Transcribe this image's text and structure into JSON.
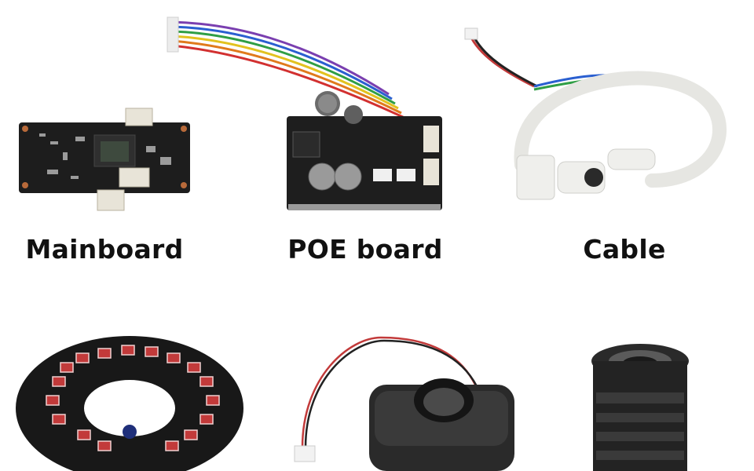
{
  "labels": {
    "mainboard": "Mainboard",
    "poe_board": "POE board",
    "cable": "Cable"
  },
  "colors": {
    "background": "#ffffff",
    "pcb": "#1c1c1c",
    "label_text": "#111111",
    "cable_white": "#e9e9e6",
    "led_red": "#c23a3a"
  }
}
